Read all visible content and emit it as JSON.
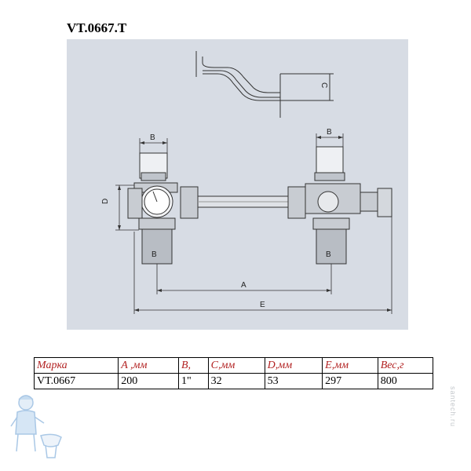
{
  "title": "VT.0667.T",
  "dimensions": {
    "a": "A",
    "b": "B",
    "c": "C",
    "d": "D",
    "e": "E"
  },
  "table": {
    "headers": [
      "Марка",
      "A ,мм",
      "B,",
      "C,мм",
      "D,мм",
      "E,мм",
      "Вес,г"
    ],
    "rows": [
      [
        "VT.0667",
        "200",
        "1\"",
        "32",
        "53",
        "297",
        "800"
      ]
    ]
  },
  "colors": {
    "panel_bg": "#d7dce4",
    "header_text": "#b22222"
  },
  "icons": [
    "plumber-mascot-logo"
  ],
  "watermark": "santech.ru"
}
